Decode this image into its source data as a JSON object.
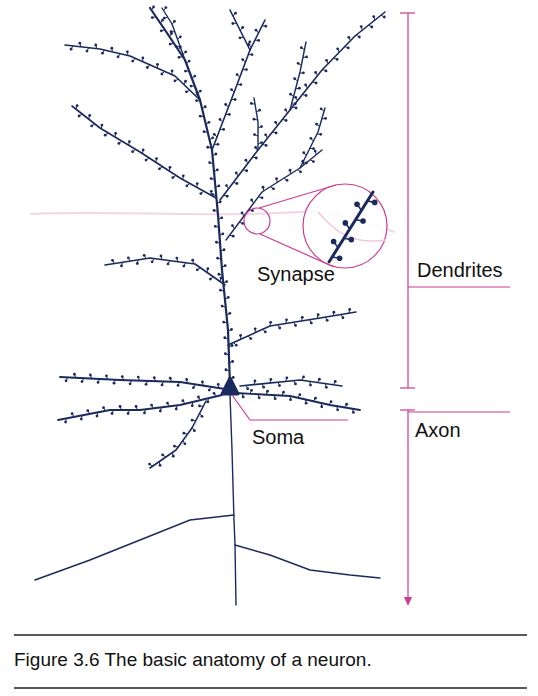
{
  "diagram": {
    "caption": "Figure 3.6 The basic anatomy of a neuron.",
    "labels": [
      "Synapse",
      "Dendrites",
      "Soma",
      "Axon"
    ]
  }
}
